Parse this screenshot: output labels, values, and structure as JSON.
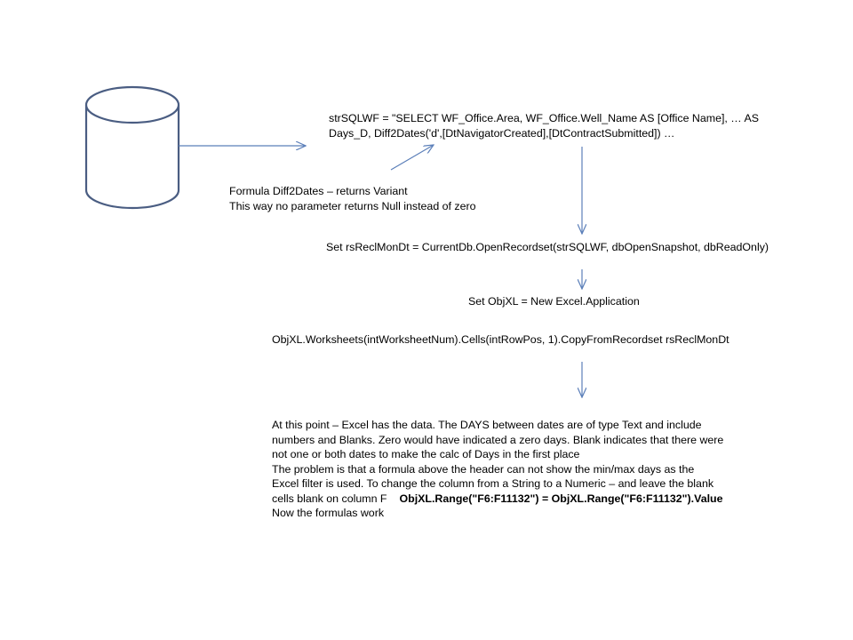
{
  "sql_statement": {
    "line1": "strSQLWF = \"SELECT WF_Office.Area, WF_Office.Well_Name AS [Office Name], … AS",
    "line2": "Days_D, Diff2Dates('d',[DtNavigatorCreated],[DtContractSubmitted]) …"
  },
  "formula_note": {
    "line1": "Formula Diff2Dates – returns Variant",
    "line2": "This way no parameter returns Null instead of zero"
  },
  "recordset_statement": "Set rsReclMonDt = CurrentDb.OpenRecordset(strSQLWF, dbOpenSnapshot, dbReadOnly)",
  "excel_statement": "Set ObjXL = New Excel.Application",
  "copy_statement": "ObjXL.Worksheets(intWorksheetNum).Cells(intRowPos, 1).CopyFromRecordset rsReclMonDt",
  "explanation": {
    "line1": "At this point – Excel has the data. The DAYS between dates are of type Text and include",
    "line2": "numbers and Blanks. Zero would have indicated a zero days. Blank indicates that there were",
    "line3": "not one or both dates to make the calc of Days in the first place",
    "line4": "The problem is that a formula above the header can not show the min/max days as the",
    "line5": "Excel filter is used. To change the column from a String to a Numeric – and leave the blank",
    "line6_prefix": "cells blank on column F",
    "line6_code": "ObjXL.Range(\"F6:F11132\") = ObjXL.Range(\"F6:F11132\").Value",
    "line7": "Now the formulas work"
  },
  "colors": {
    "shape_stroke": "#5b7fb9",
    "text": "#000000",
    "background": "#ffffff"
  },
  "icons": {
    "database": "database-cylinder-icon"
  }
}
